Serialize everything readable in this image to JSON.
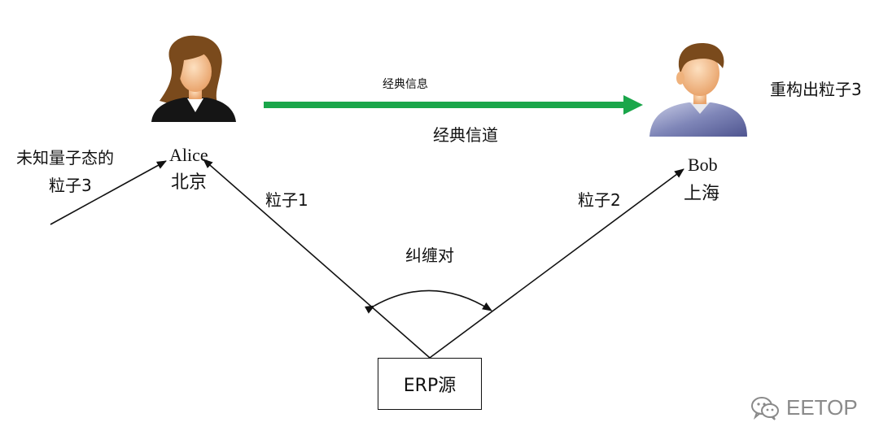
{
  "people": {
    "alice": {
      "name": "Alice",
      "city": "北京"
    },
    "bob": {
      "name": "Bob",
      "city": "上海"
    }
  },
  "channel": {
    "message_label": "经典信息",
    "channel_label": "经典信道",
    "color": "#1aa64a"
  },
  "particles": {
    "unknown_line1": "未知量子态的",
    "unknown_line2": "粒子3",
    "p1": "粒子1",
    "p2": "粒子2",
    "reconstruct": "重构出粒子3"
  },
  "source": {
    "label": "ERP源",
    "entangled": "纠缠对"
  },
  "watermark": {
    "text": "EETOP",
    "icon": "wechat-icon"
  }
}
